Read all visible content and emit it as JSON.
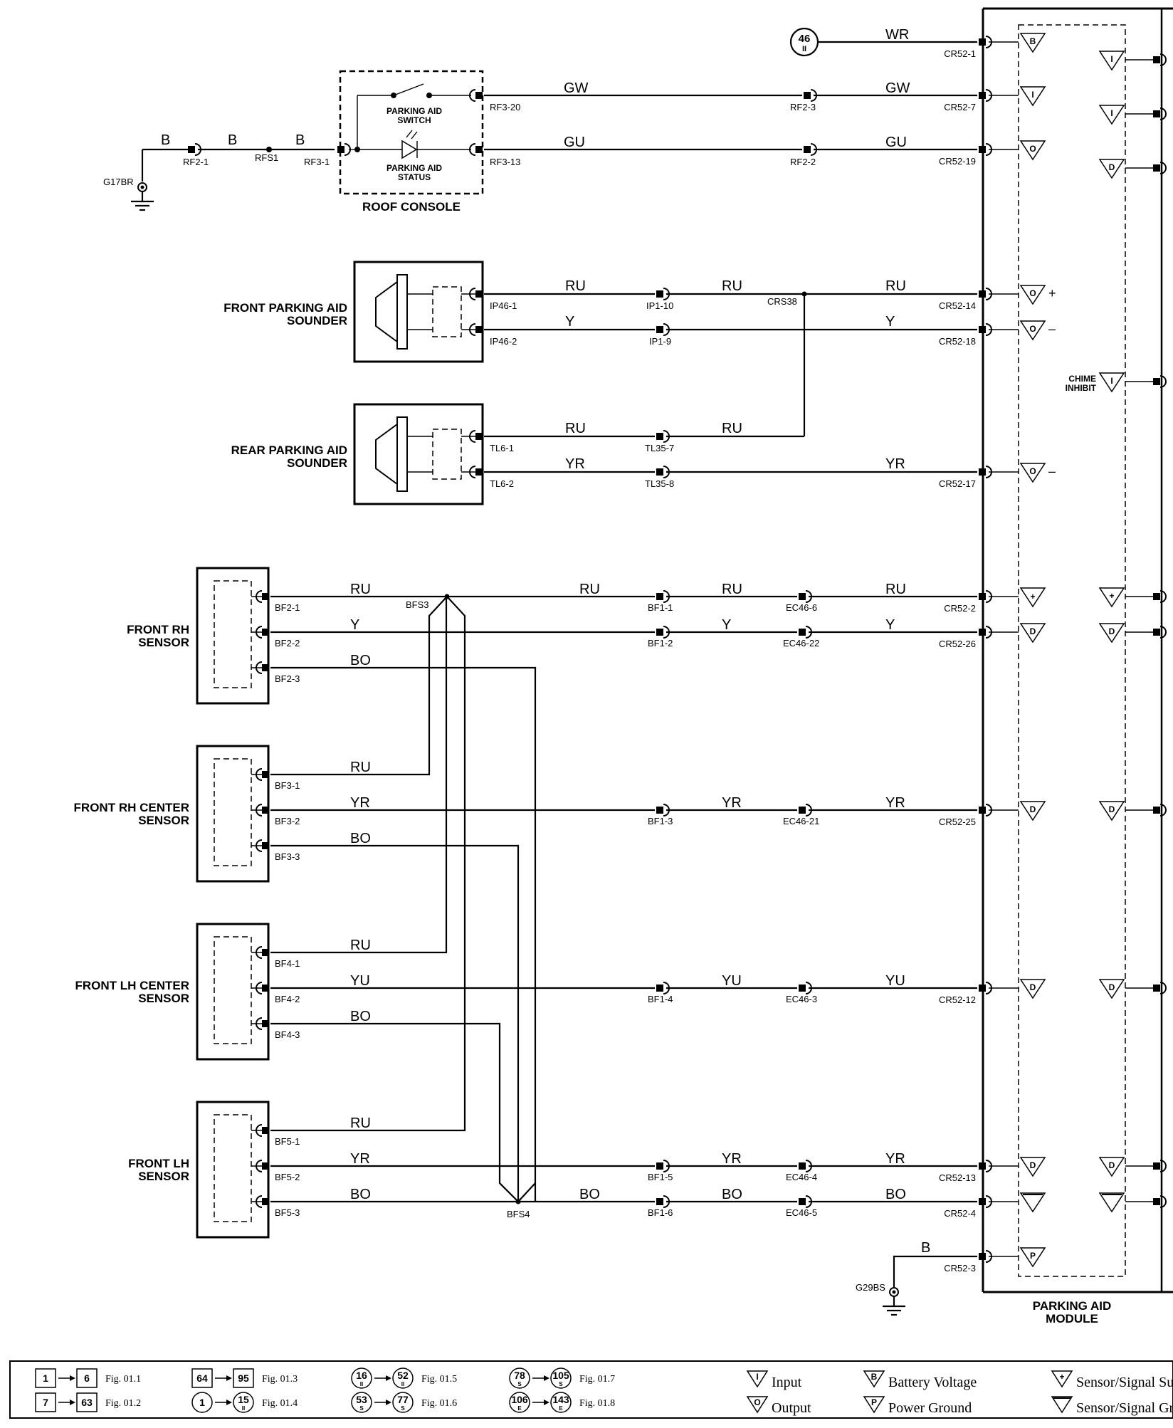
{
  "components": {
    "roof_console": {
      "label": "ROOF CONSOLE",
      "switch_label": "PARKING AID\nSWITCH",
      "status_label": "PARKING AID\nSTATUS"
    },
    "front_sounder": {
      "label": "FRONT PARKING AID\nSOUNDER"
    },
    "rear_sounder": {
      "label": "REAR PARKING AID\nSOUNDER"
    },
    "front_rh_sensor": {
      "label": "FRONT RH\nSENSOR"
    },
    "front_rh_center_sensor": {
      "label": "FRONT RH CENTER\nSENSOR"
    },
    "front_lh_center_sensor": {
      "label": "FRONT LH CENTER\nSENSOR"
    },
    "front_lh_sensor": {
      "label": "FRONT LH\nSENSOR"
    },
    "module": {
      "label": "PARKING AID\nMODULE",
      "chime_inhibit": "CHIME\nINHIBIT"
    },
    "ground_top": "G17BR",
    "ground_bottom": "G29BS",
    "ref_circle": {
      "top": "46",
      "bottom": "II"
    }
  },
  "wire_colors": [
    "WR",
    "B",
    "GW",
    "GU",
    "RU",
    "Y",
    "YR",
    "YU",
    "BO"
  ],
  "pins": [
    "RF2-1",
    "RFS1",
    "RF3-1",
    "RF3-20",
    "RF3-13",
    "RF2-3",
    "RF2-2",
    "CR52-1",
    "CR52-7",
    "CR52-19",
    "IP46-1",
    "IP46-2",
    "IP1-10",
    "IP1-9",
    "CRS38",
    "CR52-14",
    "CR52-18",
    "TL6-1",
    "TL6-2",
    "TL35-7",
    "TL35-8",
    "CR52-17",
    "BF2-1",
    "BF2-2",
    "BF2-3",
    "BFS3",
    "BF1-1",
    "BF1-2",
    "EC46-6",
    "EC46-22",
    "CR52-2",
    "CR52-26",
    "BF3-1",
    "BF3-2",
    "BF3-3",
    "BF1-3",
    "EC46-21",
    "CR52-25",
    "BF4-1",
    "BF4-2",
    "BF4-3",
    "BF1-4",
    "EC46-3",
    "CR52-12",
    "BF5-1",
    "BF5-2",
    "BF5-3",
    "BF1-5",
    "EC46-4",
    "CR52-13",
    "BFS4",
    "BF1-6",
    "EC46-5",
    "CR52-4",
    "CR52-3"
  ],
  "legend": {
    "fig_refs": [
      {
        "from": "1",
        "to": "6",
        "fig": "Fig. 01.1"
      },
      {
        "from": "7",
        "to": "63",
        "fig": "Fig. 01.2"
      },
      {
        "from": "64",
        "to": "95",
        "fig": "Fig. 01.3"
      },
      {
        "from": "1",
        "to": "15",
        "sub_to": "II",
        "fig": "Fig. 01.4"
      },
      {
        "from": "16",
        "sub_from": "II",
        "to": "52",
        "sub_to": "II",
        "fig": "Fig. 01.5"
      },
      {
        "from": "53",
        "sub_from": "S",
        "to": "77",
        "sub_to": "S",
        "fig": "Fig. 01.6"
      },
      {
        "from": "78",
        "sub_from": "S",
        "to": "105",
        "sub_to": "S",
        "fig": "Fig. 01.7"
      },
      {
        "from": "106",
        "sub_from": "E",
        "to": "143",
        "sub_to": "E",
        "fig": "Fig. 01.8"
      }
    ],
    "symbols": [
      {
        "mark": "I",
        "text": "Input"
      },
      {
        "mark": "O",
        "text": "Output"
      },
      {
        "mark": "B",
        "text": "Battery Voltage"
      },
      {
        "mark": "P",
        "text": "Power Ground"
      },
      {
        "mark": "+",
        "text": "Sensor/Signal Su"
      },
      {
        "mark": "−",
        "text": "Sensor/Signal Gr"
      }
    ]
  }
}
